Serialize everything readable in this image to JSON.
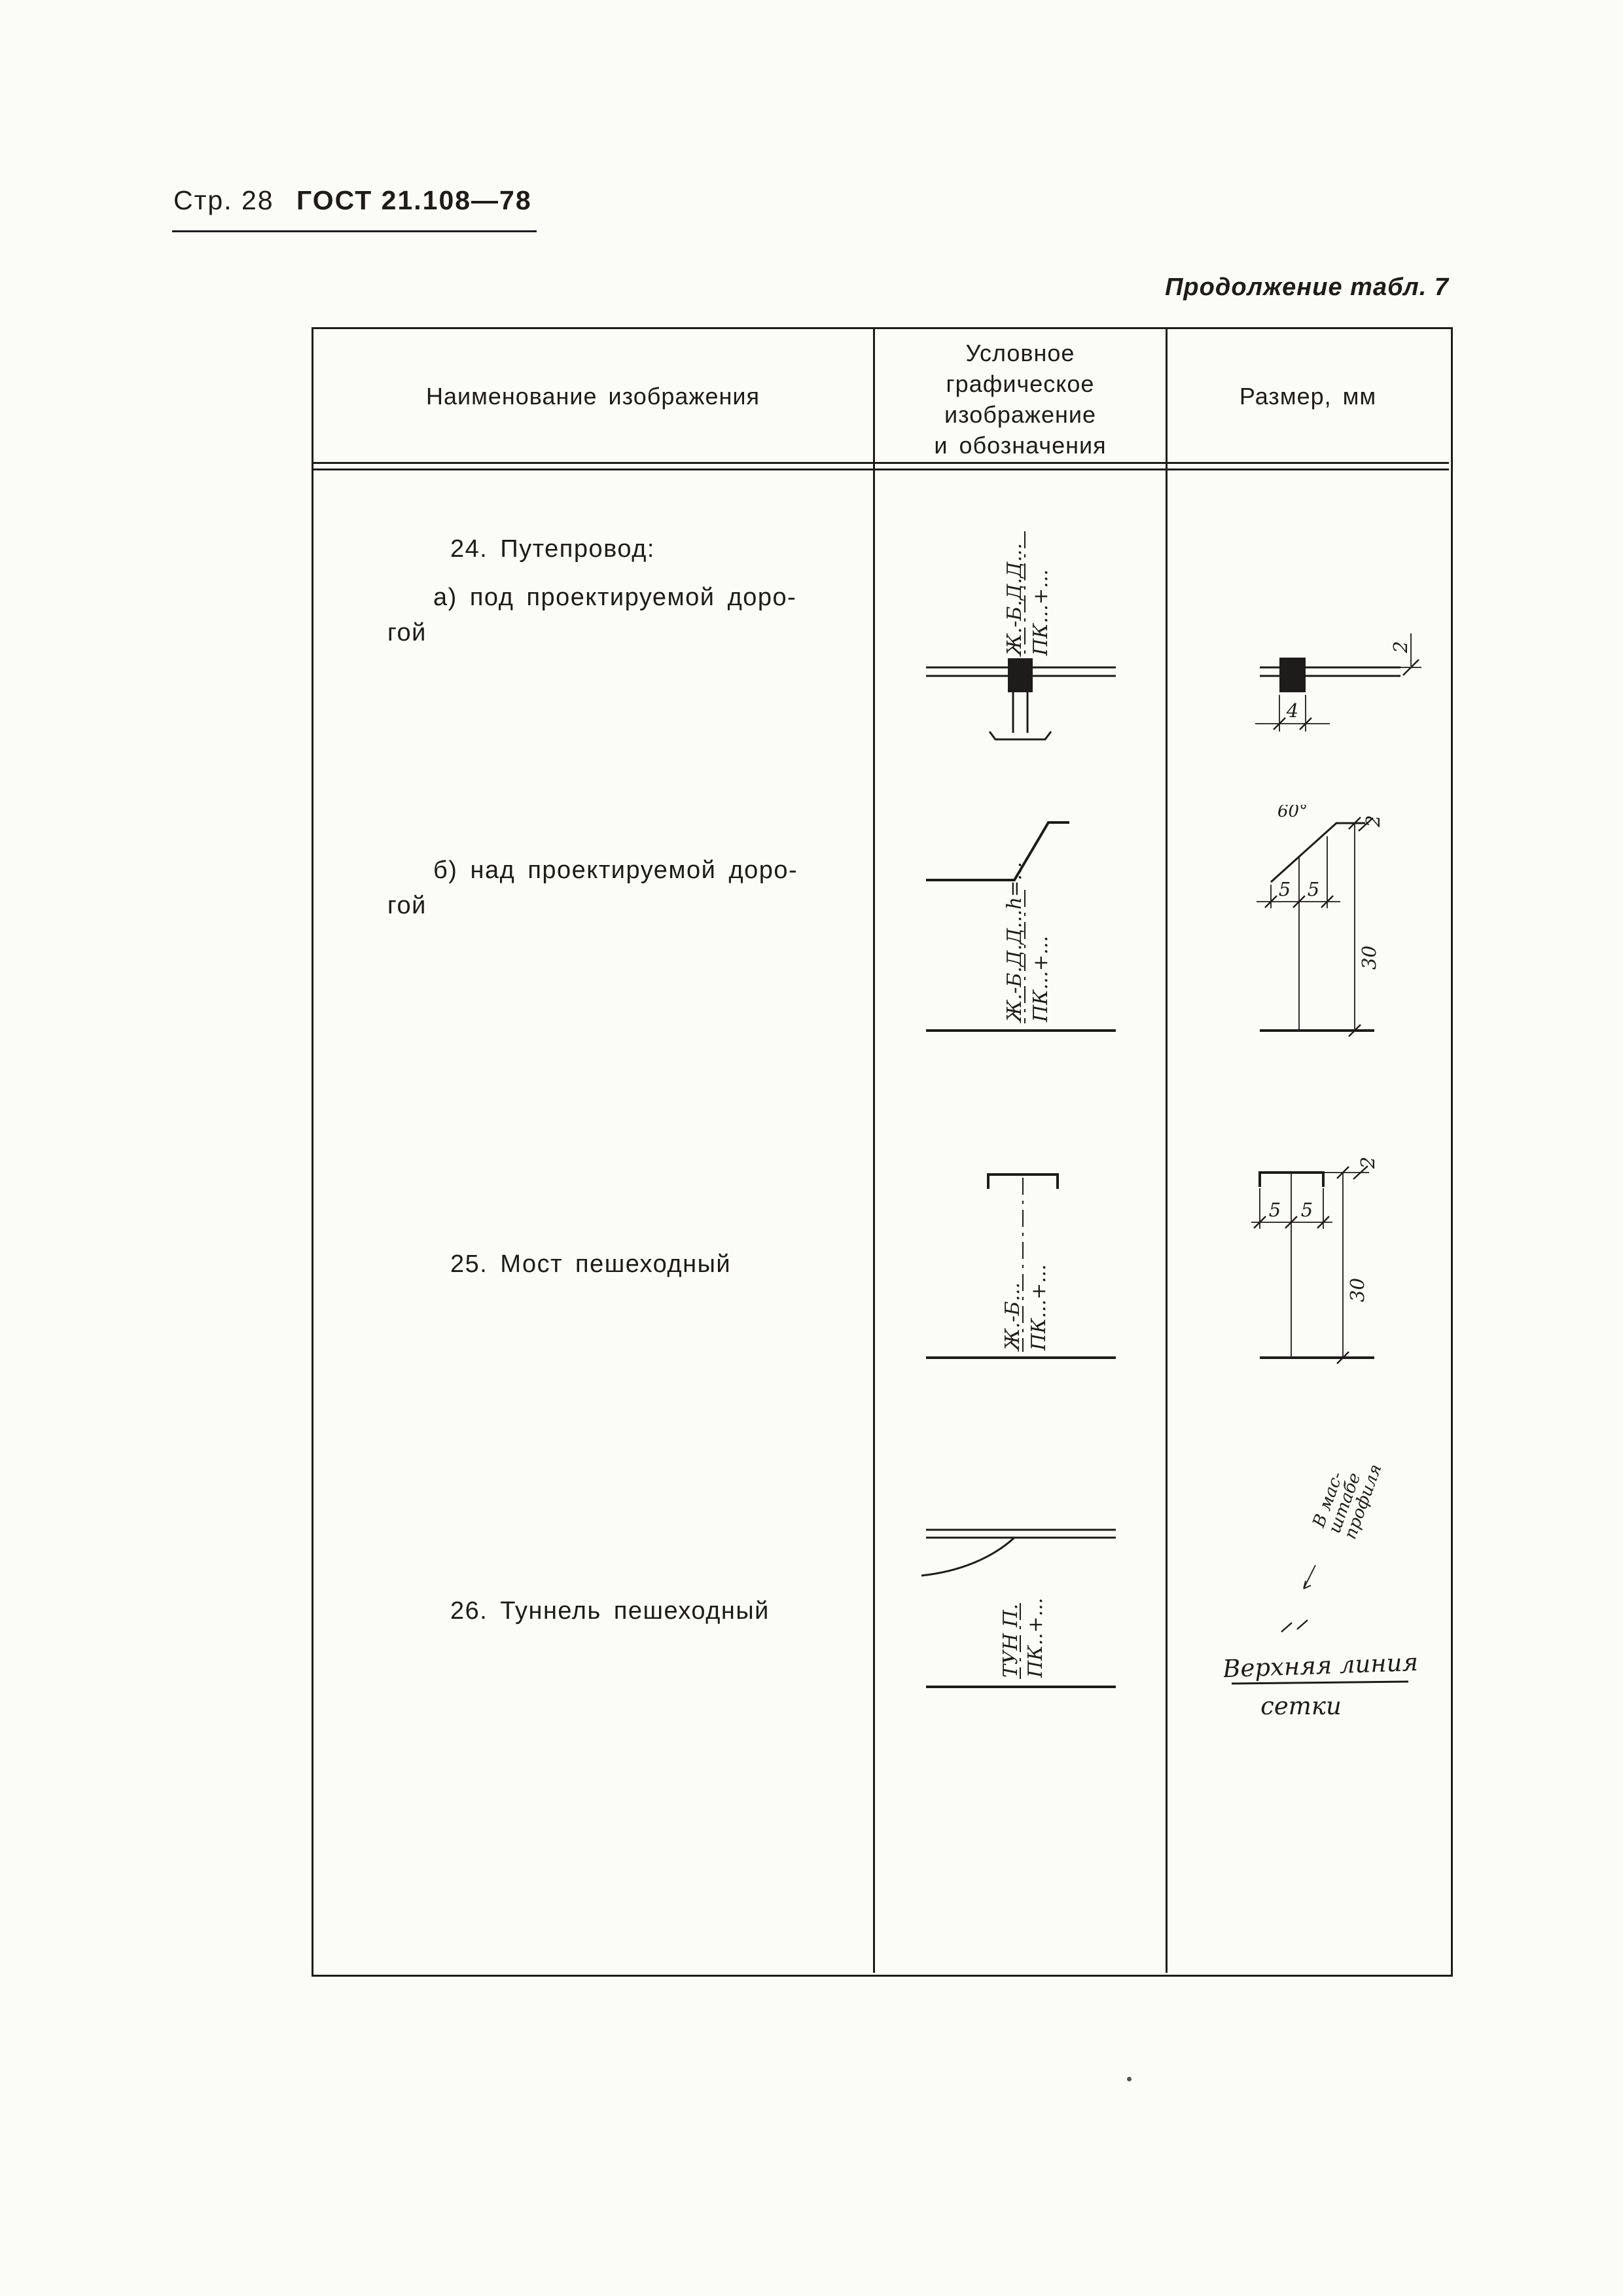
{
  "page": {
    "page_label": "Стр. 28",
    "doc_number": "ГОСТ 21.108—78",
    "table_caption": "Продолжение табл. 7"
  },
  "table_headers": {
    "col1": "Наименование  изображения",
    "col2": "Условное\nграфическое\nизображение\nи обозначения",
    "col3": "Размер, мм"
  },
  "items": {
    "item24_title": "24. Путепровод:",
    "item24a": "а) под проектируемой доро-\nгой",
    "item24b": "б) над проектируемой доро-\nгой",
    "item25": "25. Мост пешеходный",
    "item26": "26. Туннель пешеходный"
  },
  "drawings": {
    "d24a": {
      "label_struct": "Ж.-Б.Д.Д...",
      "label_picket": "ПК...+..."
    },
    "d24a_size": {
      "dim_gap": "2",
      "dim_width": "4"
    },
    "d24b": {
      "label_struct": "Ж.-Б.Д.Д...h=...",
      "label_picket": "ПК...+..."
    },
    "d24b_size": {
      "angle": "60°",
      "dim_gap": "2",
      "dim_left": "5",
      "dim_right": "5",
      "dim_height": "30"
    },
    "d25": {
      "label_struct": "Ж.-Б...",
      "label_picket": "ПК...+..."
    },
    "d25_size": {
      "dim_gap": "2",
      "dim_left": "5",
      "dim_right": "5",
      "dim_height": "30"
    },
    "d26": {
      "label_struct": "ТУН П.",
      "label_picket": "ПК..+..."
    },
    "d26_size": {
      "scale_note_1": "В мас-",
      "scale_note_2": "штабе",
      "scale_note_3": "профиля",
      "grid_note_1": "Верхняя линия",
      "grid_note_2": "сетки"
    }
  }
}
